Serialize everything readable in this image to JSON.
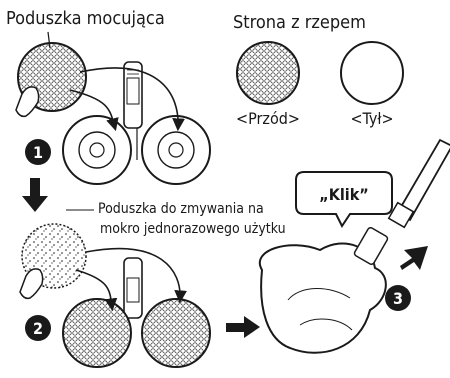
{
  "labels": {
    "mounting_pad": "Poduszka mocująca",
    "velcro_side": "Strona z rzepem",
    "front": "<Przód>",
    "back": "<Tył>",
    "disposable_pad_line1": "Poduszka do zmywania na",
    "disposable_pad_line2": "mokro jednorazowego użytku",
    "click": "„Klik”"
  },
  "steps": [
    "1",
    "2",
    "3"
  ],
  "icons": [
    "pad-texture-icon",
    "hand-icon",
    "arrow-down-icon",
    "arrow-right-icon",
    "arrow-up-icon",
    "step-badge-icon"
  ],
  "colors": {
    "line": "#1a1a1a",
    "fill": "#ffffff",
    "pad_fill": "#e6e6e6",
    "badge": "#1a1a1a"
  }
}
